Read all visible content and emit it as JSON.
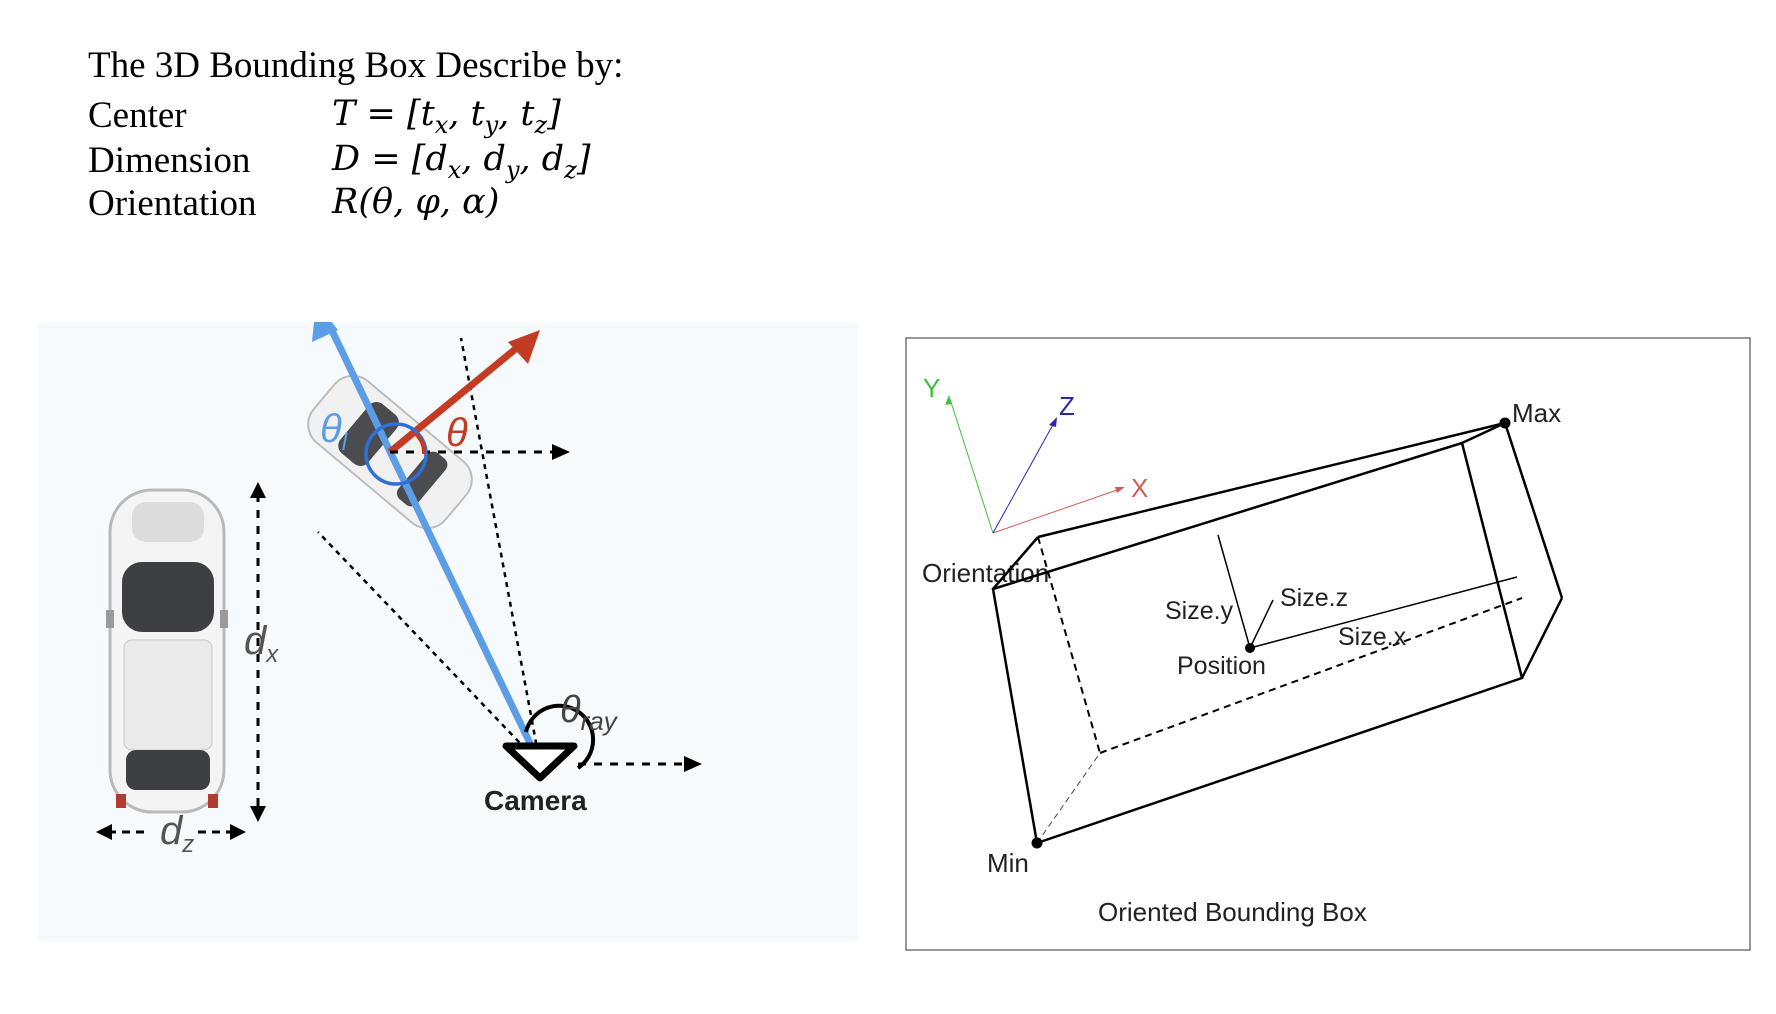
{
  "header": {
    "title": "The 3D Bounding Box Describe by:",
    "rows": [
      {
        "label": " Center",
        "symbol": "T",
        "eq": "= [",
        "c1": "t",
        "s1": "x",
        "c2": "t",
        "s2": "y",
        "c3": "t",
        "s3": "z",
        "close": "]"
      },
      {
        "label": "Dimension",
        "symbol": "D",
        "eq": "= [",
        "c1": "d",
        "s1": "x",
        "c2": "d",
        "s2": "y",
        "c3": "d",
        "s3": "z",
        "close": "]"
      },
      {
        "label": "Orientation",
        "formula": "R(θ, φ, α)"
      }
    ]
  },
  "left_diagram": {
    "car_length_label": "d",
    "car_length_sub": "x",
    "car_width_label": "d",
    "car_width_sub": "z",
    "theta_l_label": "θ",
    "theta_l_sub": "l",
    "theta_label": "θ",
    "theta_ray_label": "θ",
    "theta_ray_sub": "ray",
    "camera_label": "Camera",
    "colors": {
      "blue": "#5b9ee6",
      "red": "#c23b22",
      "background": "#f7fafd"
    }
  },
  "right_diagram": {
    "axis_x": "X",
    "axis_y": "Y",
    "axis_z": "Z",
    "orientation_label": "Orientation",
    "max_label": "Max",
    "min_label": "Min",
    "size_y": "Size.y",
    "size_z": "Size.z",
    "size_x": "Size.x",
    "position_label": "Position",
    "caption": "Oriented Bounding Box",
    "colors": {
      "x": "#d45a5a",
      "y": "#3fbf3f",
      "z": "#2a2aa8"
    }
  }
}
